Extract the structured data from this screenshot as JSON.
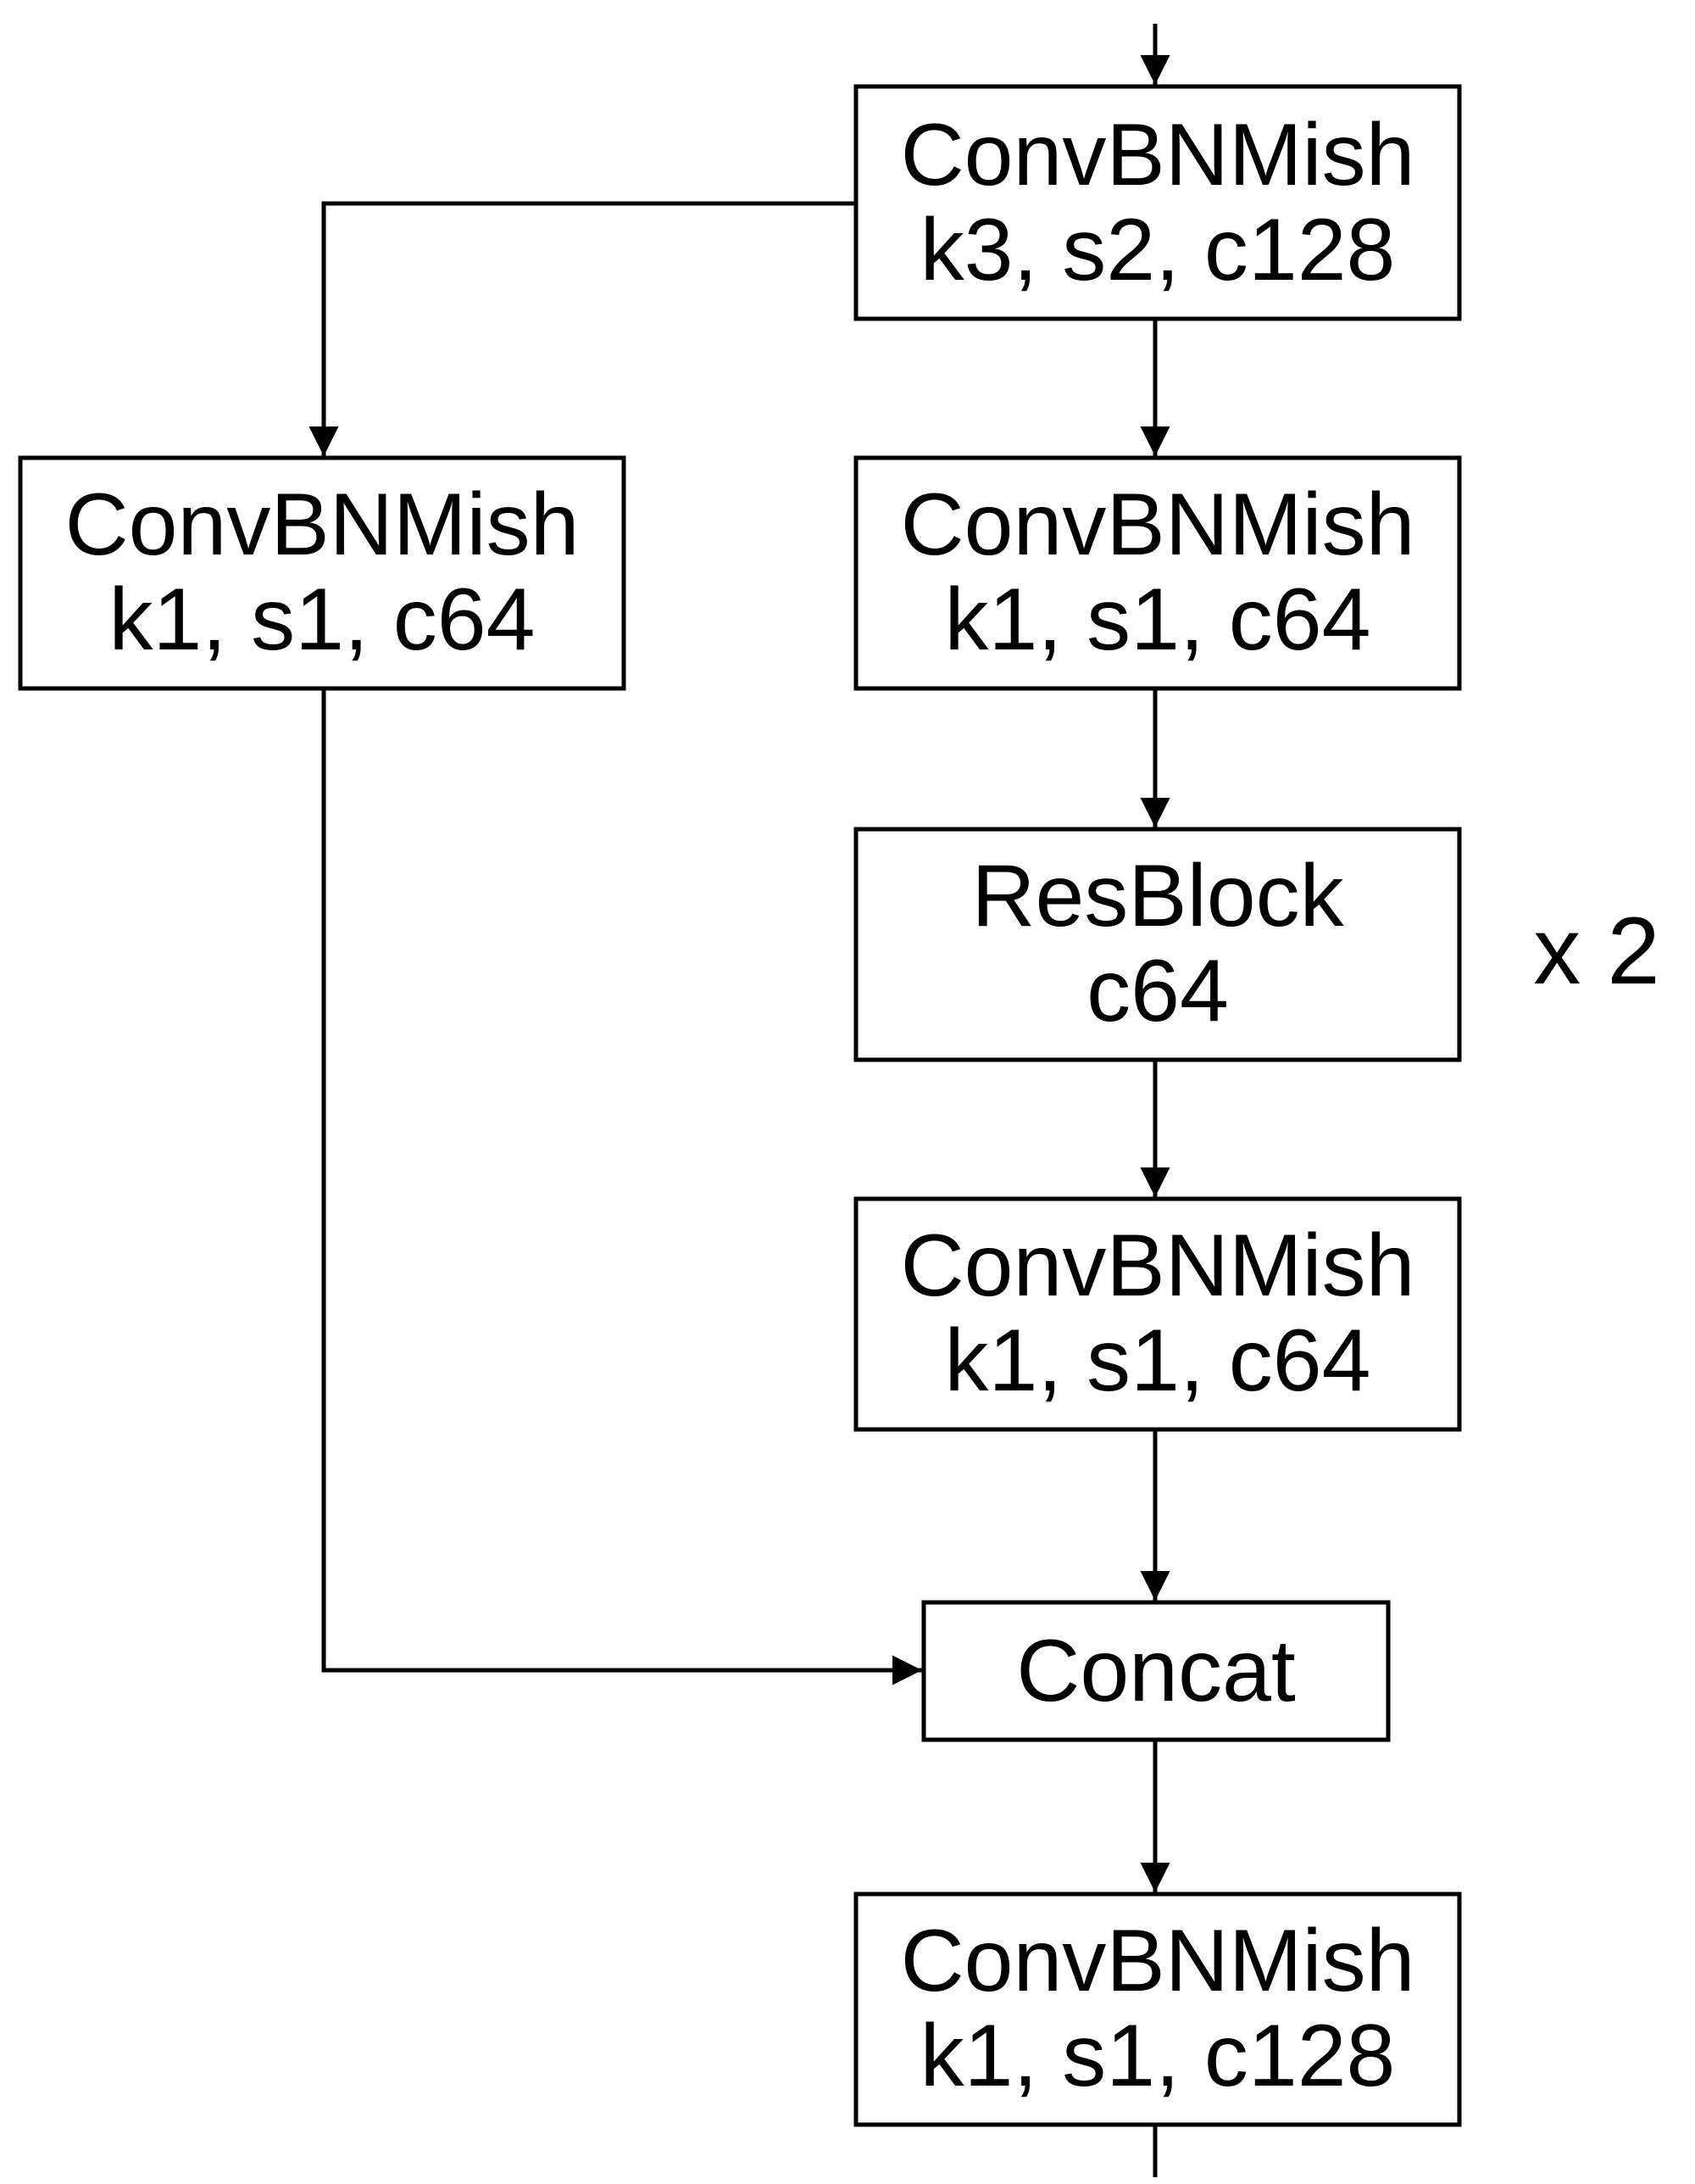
{
  "nodes": {
    "conv_top": {
      "line1": "ConvBNMish",
      "line2": "k3, s2, c128"
    },
    "conv_left": {
      "line1": "ConvBNMish",
      "line2": "k1, s1, c64"
    },
    "conv_right": {
      "line1": "ConvBNMish",
      "line2": "k1, s1, c64"
    },
    "resblock": {
      "line1": "ResBlock",
      "line2": "c64"
    },
    "conv_mid": {
      "line1": "ConvBNMish",
      "line2": "k1, s1, c64"
    },
    "concat": {
      "line1": "Concat"
    },
    "conv_bottom": {
      "line1": "ConvBNMish",
      "line2": "k1, s1, c128"
    }
  },
  "repeat_label": "x 2",
  "colors": {
    "stroke": "#000000",
    "background": "#ffffff"
  }
}
